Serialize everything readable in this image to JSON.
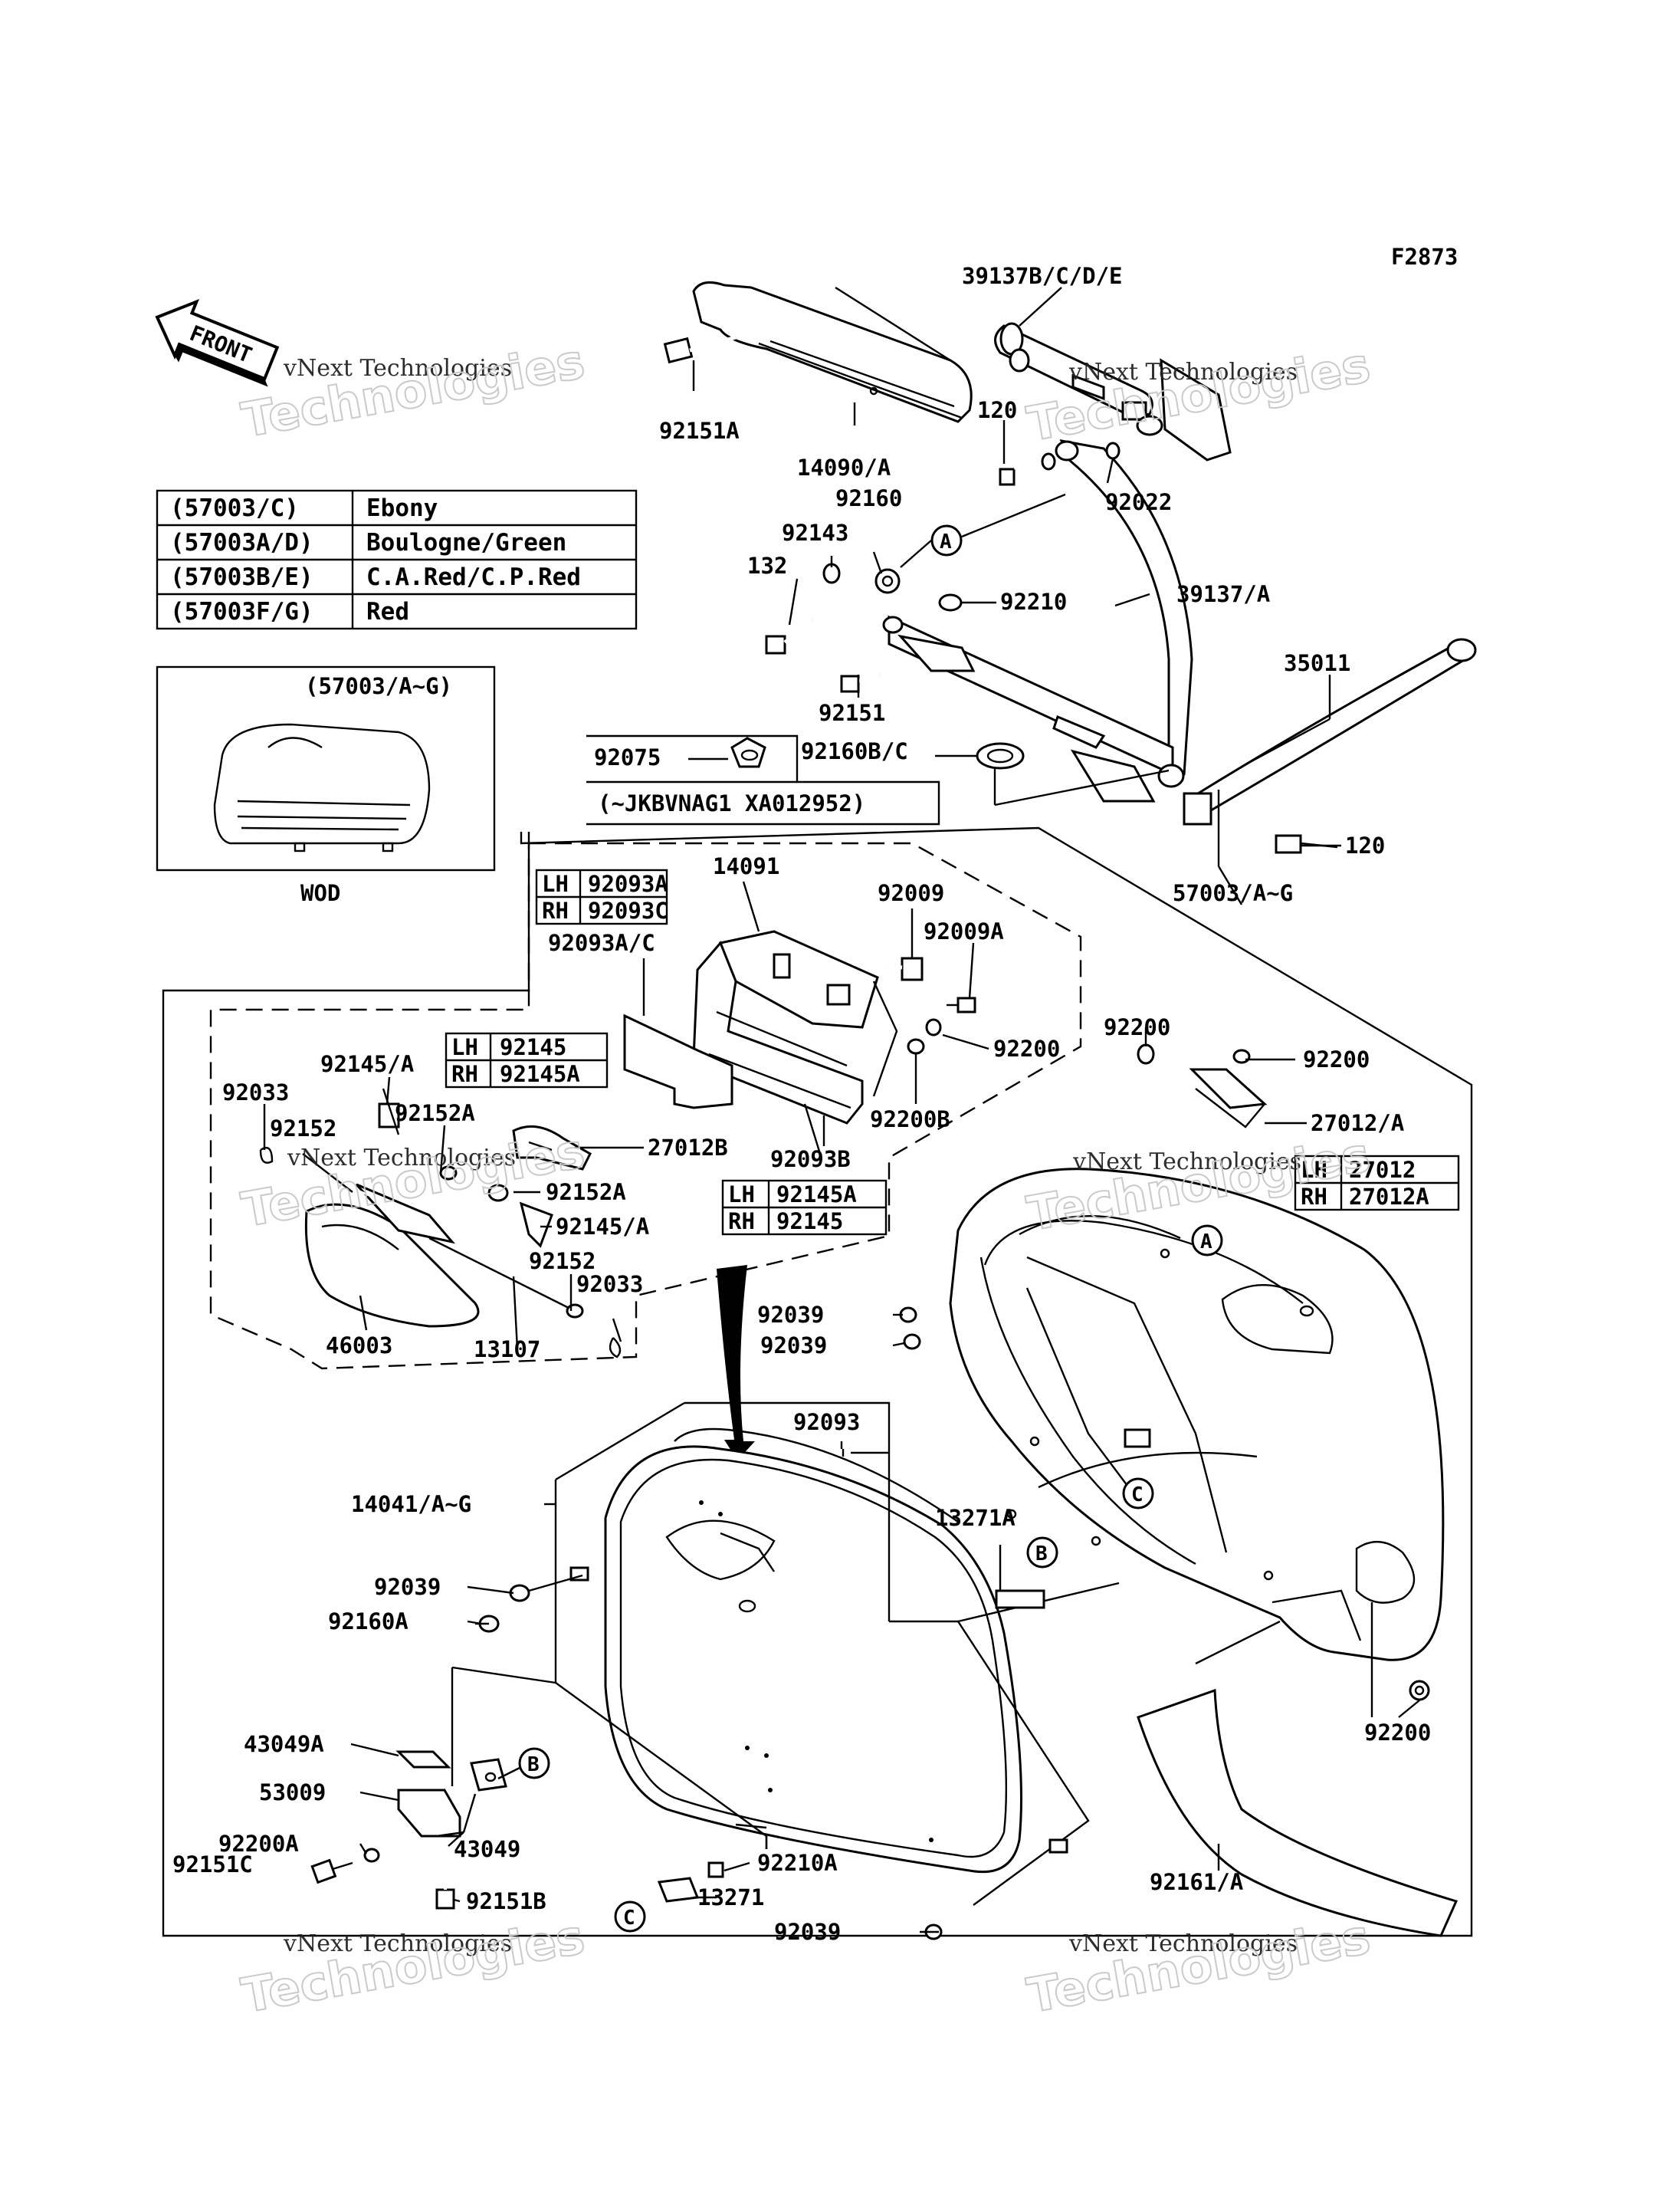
{
  "diagram_id": "F2873",
  "front_arrow_label": "FRONT",
  "watermark": {
    "small": "vNext Technologies",
    "large": "Technologies"
  },
  "color_table": [
    {
      "code": "(57003/C)",
      "color": "Ebony"
    },
    {
      "code": "(57003A/D)",
      "color": "Boulogne/Green"
    },
    {
      "code": "(57003B/E)",
      "color": "C.A.Red/C.P.Red"
    },
    {
      "code": "(57003F/G)",
      "color": "Red"
    }
  ],
  "inset": {
    "title": "(57003/A~G)",
    "caption": "WOD"
  },
  "serial_note": {
    "part": "92075",
    "note": "(~JKBVNAG1 XA012952)"
  },
  "lhrh_92093": {
    "lh": "LH",
    "lh_part": "92093A",
    "rh": "RH",
    "rh_part": "92093C"
  },
  "lhrh_92145_top": {
    "lh": "LH",
    "lh_part": "92145",
    "rh": "RH",
    "rh_part": "92145A"
  },
  "lhrh_92145_mid": {
    "lh": "LH",
    "lh_part": "92145A",
    "rh": "RH",
    "rh_part": "92145"
  },
  "lhrh_27012": {
    "lh": "LH",
    "lh_part": "27012",
    "rh": "RH",
    "rh_part": "27012A"
  },
  "ref_letters": {
    "a": "A",
    "b": "B",
    "c": "C"
  },
  "parts": {
    "p39137bcde": "39137B/C/D/E",
    "p92151a": "92151A",
    "p14090a": "14090/A",
    "p120_top": "120",
    "p92022": "92022",
    "p92160": "92160",
    "p92143": "92143",
    "p132": "132",
    "p92210": "92210",
    "p39137a": "39137/A",
    "p35011": "35011",
    "p92151": "92151",
    "p92160bc": "92160B/C",
    "p120_bot": "120",
    "p14091": "14091",
    "p92009": "92009",
    "p92009a": "92009A",
    "p57003ag": "57003/A~G",
    "p92093ac": "92093A/C",
    "p92200_a": "92200",
    "p92200_b": "92200",
    "p92200_c": "92200",
    "p92200b": "92200B",
    "p92093b": "92093B",
    "p27012a_lbl": "27012/A",
    "p92145a_lbl": "92145/A",
    "p92033_top": "92033",
    "p92152_top": "92152",
    "p92152a_top": "92152A",
    "p27012b": "27012B",
    "p92152a_mid": "92152A",
    "p92145a_mid": "92145/A",
    "p92152_mid": "92152",
    "p92033_mid": "92033",
    "p46003": "46003",
    "p13107": "13107",
    "p92039_a": "92039",
    "p92039_b": "92039",
    "p92093": "92093",
    "p14041ag": "14041/A~G",
    "p13271a": "13271A",
    "p92039_c": "92039",
    "p92160a": "92160A",
    "p43049a": "43049A",
    "p53009": "53009",
    "p43049": "43049",
    "p92200a": "92200A",
    "p92151c": "92151C",
    "p92151b": "92151B",
    "p92210a": "92210A",
    "p13271": "13271",
    "p92039_d": "92039",
    "p92161a": "92161/A",
    "p92200_d": "92200"
  }
}
